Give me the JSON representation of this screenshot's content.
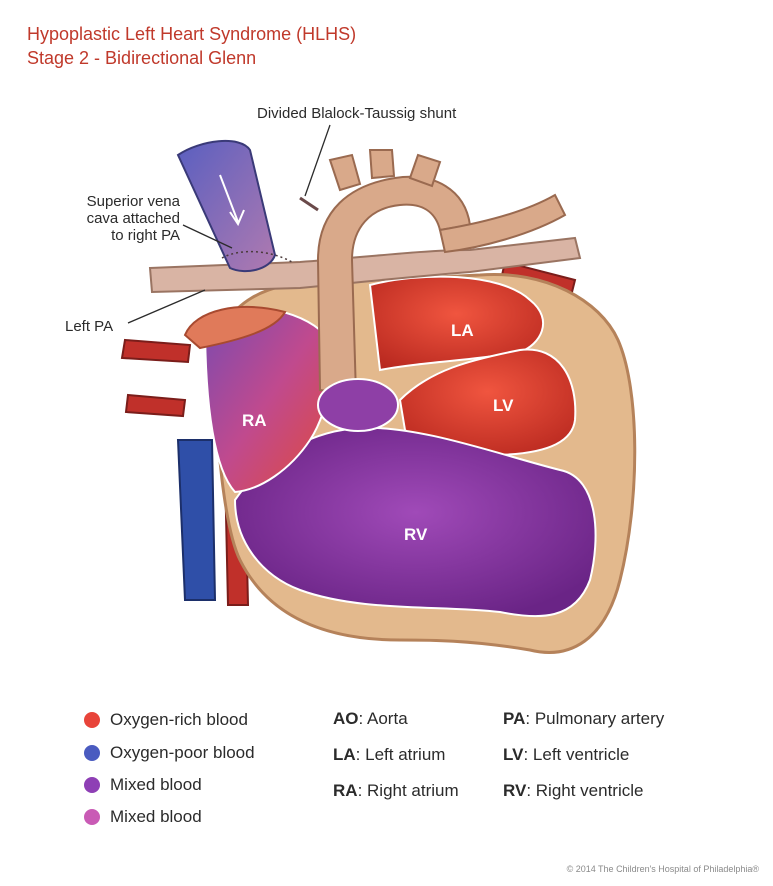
{
  "title_line1": "Hypoplastic Left Heart Syndrome (HLHS)",
  "title_line2": "Stage 2 - Bidirectional Glenn",
  "callouts": {
    "shunt": "Divided Blalock-Taussig shunt",
    "svc_1": "Superior vena",
    "svc_2": "cava attached",
    "svc_3": "to right PA",
    "left_pa": "Left PA"
  },
  "chambers": {
    "la": "LA",
    "lv": "LV",
    "ra": "RA",
    "rv": "RV"
  },
  "legend": [
    {
      "label": "Oxygen-rich blood",
      "color": "#e8443a"
    },
    {
      "label": "Oxygen-poor blood",
      "color": "#4a5bc0"
    },
    {
      "label": "Mixed blood",
      "color": "#8e3fb5"
    },
    {
      "label": "Mixed blood",
      "color": "#c95bb5"
    }
  ],
  "abbreviations": [
    {
      "abbr": "AO",
      "sep": ": ",
      "text": "Aorta"
    },
    {
      "abbr": "LA",
      "sep": ": ",
      "text": "Left atrium"
    },
    {
      "abbr": "RA",
      "sep": ": ",
      "text": "Right atrium"
    },
    {
      "abbr": "PA",
      "sep": ": ",
      "text": "Pulmonary artery"
    },
    {
      "abbr": "LV",
      "sep": ": ",
      "text": "Left ventricle"
    },
    {
      "abbr": "RV",
      "sep": ": ",
      "text": "Right ventricle"
    }
  ],
  "copyright": "© 2014 The Children's Hospital of Philadelphia®",
  "colors": {
    "title": "#c0392b",
    "outer_wall": "#e3b98d",
    "outer_wall_edge": "#b5825a",
    "rich": "#e23a2e",
    "poor": "#3f58b8",
    "mixed": "#8b3aa6",
    "vessel_tan": "#d9a98a"
  }
}
